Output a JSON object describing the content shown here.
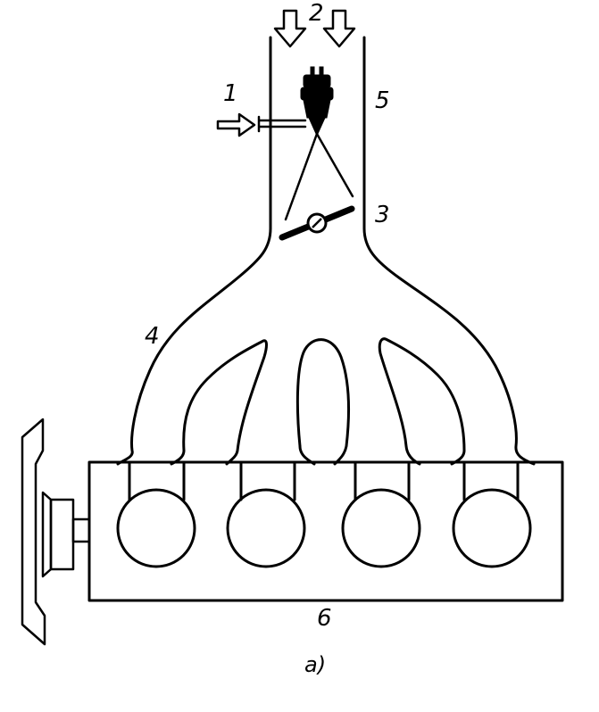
{
  "labels": {
    "n1": "1",
    "n2": "2",
    "n3": "3",
    "n4": "4",
    "n5": "5",
    "n6": "6"
  },
  "caption": "a)",
  "colors": {
    "ink": "#000000",
    "paper": "#ffffff"
  }
}
